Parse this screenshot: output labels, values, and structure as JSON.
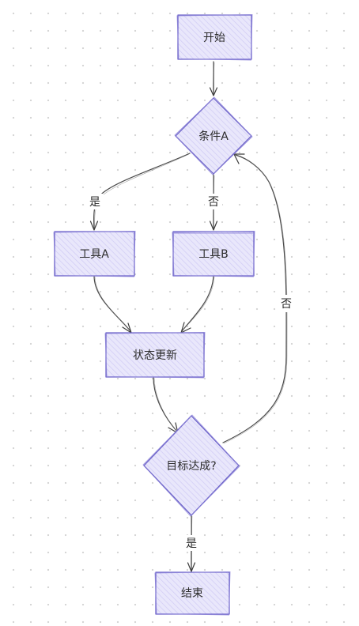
{
  "diagram": {
    "nodes": {
      "start": {
        "label": "开始"
      },
      "condition_a": {
        "label": "条件A"
      },
      "tool_a": {
        "label": "工具A"
      },
      "tool_b": {
        "label": "工具B"
      },
      "state_update": {
        "label": "状态更新"
      },
      "goal_reached": {
        "label": "目标达成?"
      },
      "end": {
        "label": "结束"
      }
    },
    "edges": {
      "condition_to_tool_a": {
        "label": "是"
      },
      "condition_to_tool_b": {
        "label": "否"
      },
      "goal_to_condition": {
        "label": "否"
      },
      "goal_to_end": {
        "label": "是"
      }
    }
  },
  "colors": {
    "node_fill": "#e9e7fb",
    "node_stroke": "#6d63c9",
    "edge": "#4a4a4a",
    "background_dots": "#d4d4d4"
  }
}
